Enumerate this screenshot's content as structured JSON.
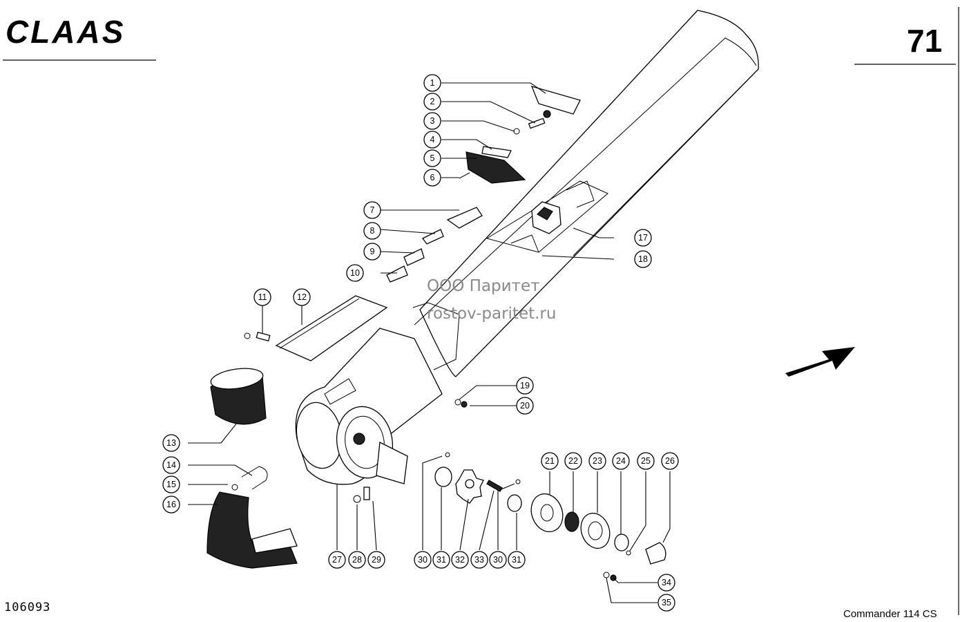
{
  "header": {
    "brand": "CLAAS",
    "page_number": "71"
  },
  "footer": {
    "drawing_code": "106093",
    "model": "Commander 114 CS"
  },
  "watermark": {
    "line1": "ООО Паритет",
    "line2": "rostov-paritet.ru"
  },
  "callouts": [
    "1",
    "2",
    "3",
    "4",
    "5",
    "6",
    "7",
    "8",
    "9",
    "10",
    "11",
    "12",
    "13",
    "14",
    "15",
    "16",
    "17",
    "18",
    "19",
    "20",
    "21",
    "22",
    "23",
    "24",
    "25",
    "26",
    "27",
    "28",
    "29",
    "30",
    "31",
    "32",
    "33",
    "30",
    "31",
    "34",
    "35"
  ]
}
